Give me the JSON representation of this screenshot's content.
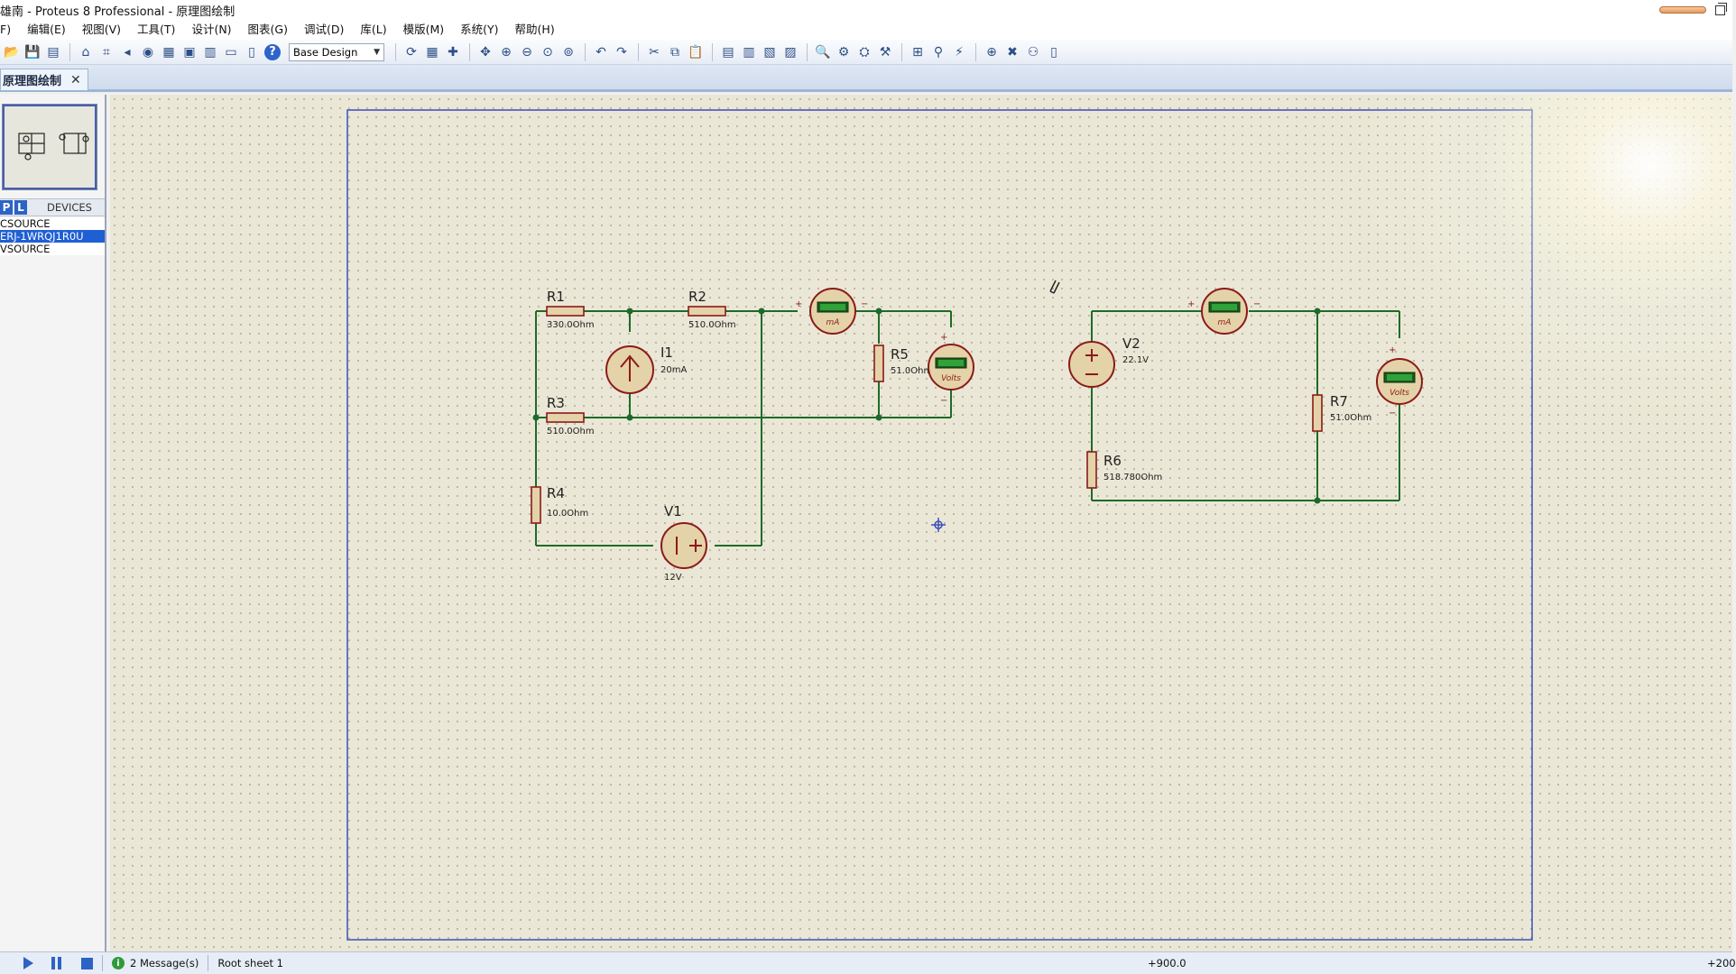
{
  "titlebar": {
    "title": "雄南 - Proteus 8 Professional - 原理图绘制"
  },
  "menu": [
    "F)",
    "编辑(E)",
    "视图(V)",
    "工具(T)",
    "设计(N)",
    "图表(G)",
    "调试(D)",
    "库(L)",
    "模版(M)",
    "系统(Y)",
    "帮助(H)"
  ],
  "toolbar": {
    "design_select": "Base Design"
  },
  "tab": {
    "label": "原理图绘制",
    "close": "✕"
  },
  "devices": {
    "p_label": "P",
    "l_label": "L",
    "title": "DEVICES",
    "items": [
      "CSOURCE",
      "ERJ-1WRQJ1R0U",
      "VSOURCE"
    ],
    "selected_index": 1
  },
  "schematic": {
    "components": [
      {
        "ref": "R1",
        "value": "330.0Ohm"
      },
      {
        "ref": "R2",
        "value": "510.0Ohm"
      },
      {
        "ref": "R3",
        "value": "510.0Ohm"
      },
      {
        "ref": "R4",
        "value": "10.0Ohm"
      },
      {
        "ref": "R5",
        "value": "51.0Ohm"
      },
      {
        "ref": "I1",
        "value": "20mA"
      },
      {
        "ref": "V1",
        "value": "12V"
      },
      {
        "ref": "V2",
        "value": "22.1V"
      },
      {
        "ref": "R6",
        "value": "518.780Ohm"
      },
      {
        "ref": "R7",
        "value": "51.0Ohm"
      }
    ],
    "meters": [
      {
        "unit": "mA"
      },
      {
        "unit": "Volts"
      },
      {
        "unit": "mA"
      },
      {
        "unit": "Volts"
      }
    ],
    "meter_plus": "+",
    "meter_minus": "−"
  },
  "status": {
    "messages": "2 Message(s)",
    "sheet": "Root sheet 1",
    "coord_x": "+900.0",
    "coord_y": "+200"
  },
  "colors": {
    "sheet_bg": "#ebe7d6",
    "wire": "#1d6b2a",
    "part_outline": "#8b1a1a",
    "part_fill": "#e4d2a8",
    "sheet_border": "#3b4fb8"
  }
}
